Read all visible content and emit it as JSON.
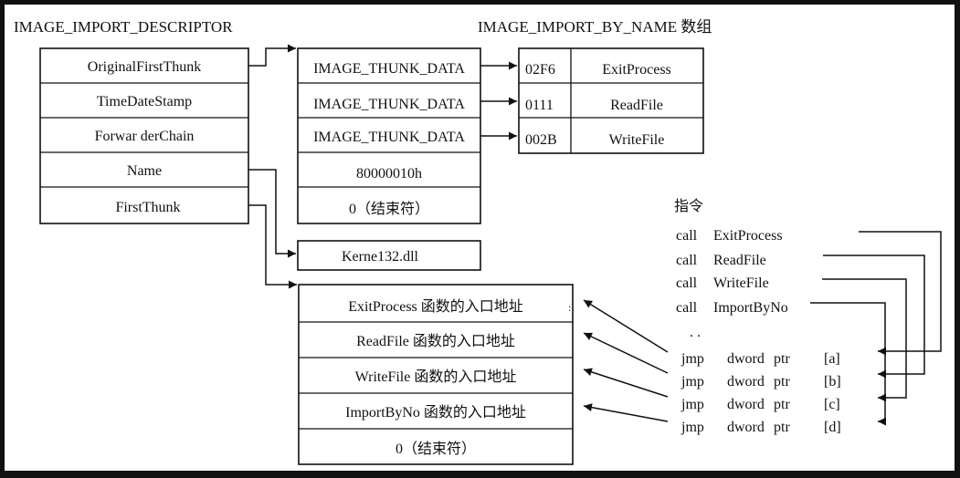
{
  "descriptor": {
    "title": "IMAGE_IMPORT_DESCRIPTOR",
    "fields": [
      "OriginalFirstThunk",
      "TimeDateStamp",
      "Forwar derChain",
      "Name",
      "FirstThunk"
    ]
  },
  "thunk_array": {
    "cells": [
      "IMAGE_THUNK_DATA",
      "IMAGE_THUNK_DATA",
      "IMAGE_THUNK_DATA",
      "80000010h",
      "0（结束符）"
    ]
  },
  "by_name": {
    "title": "IMAGE_IMPORT_BY_NAME 数组",
    "rows": [
      {
        "hint": "02F6",
        "name": "ExitProcess"
      },
      {
        "hint": "0111",
        "name": "ReadFile"
      },
      {
        "hint": "002B",
        "name": "WriteFile"
      }
    ]
  },
  "dll_name": "Kerne132.dll",
  "iat": {
    "cells": [
      "ExitProcess 函数的入口地址",
      "ReadFile 函数的入口地址",
      "WriteFile 函数的入口地址",
      "ImportByNo 函数的入口地址",
      "0（结束符）"
    ],
    "edge_mark": ":"
  },
  "instructions": {
    "title": "指令",
    "calls": [
      {
        "op": "call",
        "target": "ExitProcess"
      },
      {
        "op": "call",
        "target": "ReadFile"
      },
      {
        "op": "call",
        "target": "WriteFile"
      },
      {
        "op": "call",
        "target": "ImportByNo"
      }
    ],
    "ellipsis": ". .",
    "jmps": [
      {
        "op": "jmp",
        "size": "dword",
        "ptr": "ptr",
        "ref": "[a]"
      },
      {
        "op": "jmp",
        "size": "dword",
        "ptr": "ptr",
        "ref": "[b]"
      },
      {
        "op": "jmp",
        "size": "dword",
        "ptr": "ptr",
        "ref": "[c]"
      },
      {
        "op": "jmp",
        "size": "dword",
        "ptr": "ptr",
        "ref": "[d]"
      }
    ]
  }
}
